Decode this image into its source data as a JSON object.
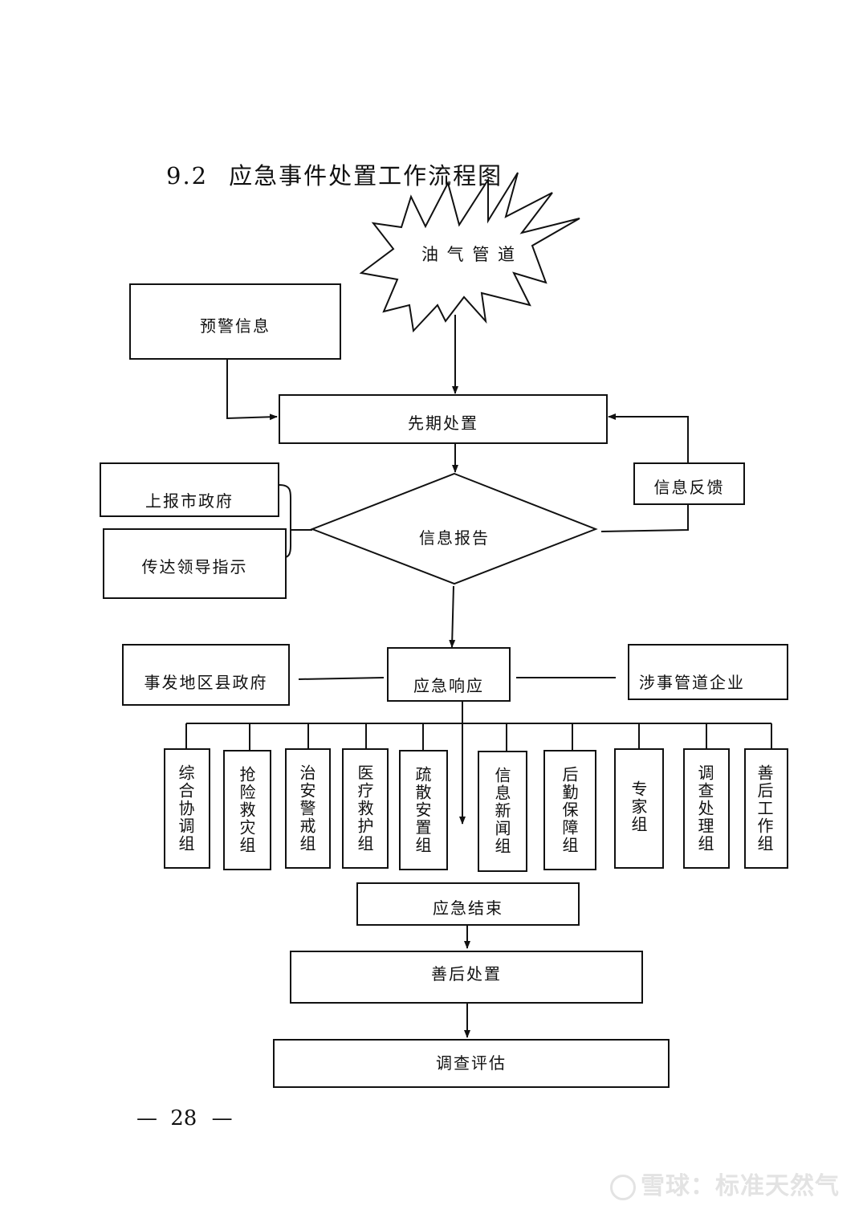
{
  "title": {
    "number": "9.2",
    "text": "应急事件处置工作流程图"
  },
  "nodes": {
    "source": "油 气 管 道",
    "warning": "预警信息",
    "initial": "先期处置",
    "feedback": "信息反馈",
    "report_city": "上报市政府",
    "convey": "传达领导指示",
    "info_report": "信息报告",
    "county": "事发地区县政府",
    "response": "应急响应",
    "enterprise": "涉事管道企业",
    "end": "应急结束",
    "aftermath": "善后处置",
    "investigate": "调查评估"
  },
  "groups": [
    "综合协调组",
    "抢险救灾组",
    "治安警戒组",
    "医疗救护组",
    "疏散安置组",
    "信息新闻组",
    "后勤保障组",
    "专家组",
    "调查处理组",
    "善后工作组"
  ],
  "page_number": "28",
  "page_dash": "—",
  "watermark": "雪球：标准天然气"
}
